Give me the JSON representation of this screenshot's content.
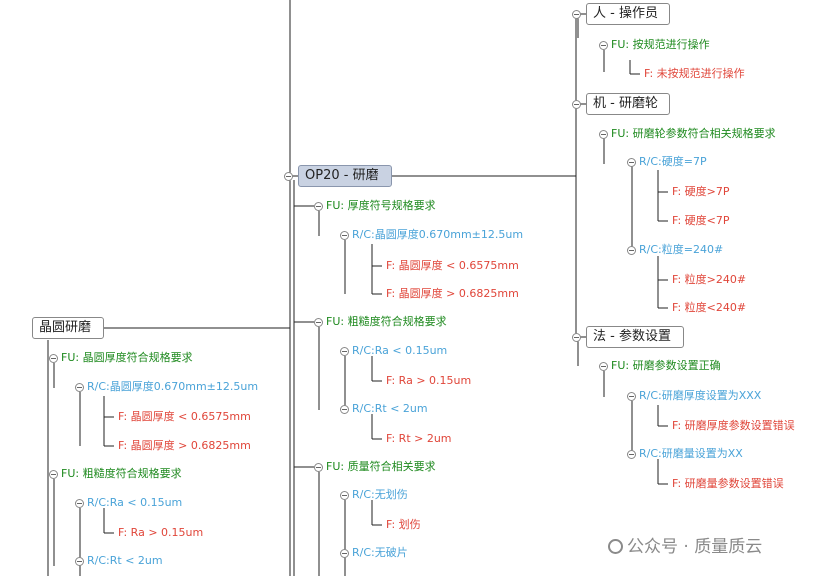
{
  "left_root": {
    "title": "晶圆研磨",
    "fu_thickness": "FU: 晶圆厚度符合规格要求",
    "rc_thickness": "R/C:晶圆厚度0.670mm±12.5um",
    "f_thin": "F:  晶圆厚度 < 0.6575mm",
    "f_thick": "F:  晶圆厚度 > 0.6825mm",
    "fu_rough": "FU: 粗糙度符合规格要求",
    "rc_ra": "R/C:Ra < 0.15um",
    "f_ra": "F:  Ra > 0.15um",
    "rc_rt": "R/C:Rt < 2um"
  },
  "op20": {
    "title": "OP20 - 研磨",
    "fu_thickness": "FU: 厚度符号规格要求",
    "rc_thickness": "R/C:晶圆厚度0.670mm±12.5um",
    "f_thin": "F:  晶圆厚度 < 0.6575mm",
    "f_thick": "F:  晶圆厚度 > 0.6825mm",
    "fu_rough": "FU: 粗糙度符合规格要求",
    "rc_ra": "R/C:Ra < 0.15um",
    "f_ra": "F:  Ra > 0.15um",
    "rc_rt": "R/C:Rt < 2um",
    "f_rt": "F:  Rt > 2um",
    "fu_quality": "FU: 质量符合相关要求",
    "rc_scratch": "R/C:无划伤",
    "f_scratch": "F:  划伤",
    "rc_chip": "R/C:无破片"
  },
  "person": {
    "title": "人 - 操作员",
    "fu": "FU: 按规范进行操作",
    "f": "F:  未按规范进行操作"
  },
  "machine": {
    "title": "机 - 研磨轮",
    "fu": "FU: 研磨轮参数符合相关规格要求",
    "rc_hardness": "R/C:硬度=7P",
    "f_hard_hi": "F:  硬度>7P",
    "f_hard_lo": "F:  硬度<7P",
    "rc_grit": "R/C:粒度=240#",
    "f_grit_hi": "F:  粒度>240#",
    "f_grit_lo": "F:  粒度<240#"
  },
  "method": {
    "title": "法 - 参数设置",
    "fu": "FU: 研磨参数设置正确",
    "rc_thickness": "R/C:研磨厚度设置为XXX",
    "f_thickness": "F:  研磨厚度参数设置错误",
    "rc_amount": "R/C:研磨量设置为XX",
    "f_amount": "F:  研磨量参数设置错误"
  },
  "watermark": "公众号 · 质量质云",
  "colors": {
    "fu": "#1f8a1f",
    "rc": "#4aa3d8",
    "f": "#e0463a",
    "op_box": "#c9d2e2"
  }
}
